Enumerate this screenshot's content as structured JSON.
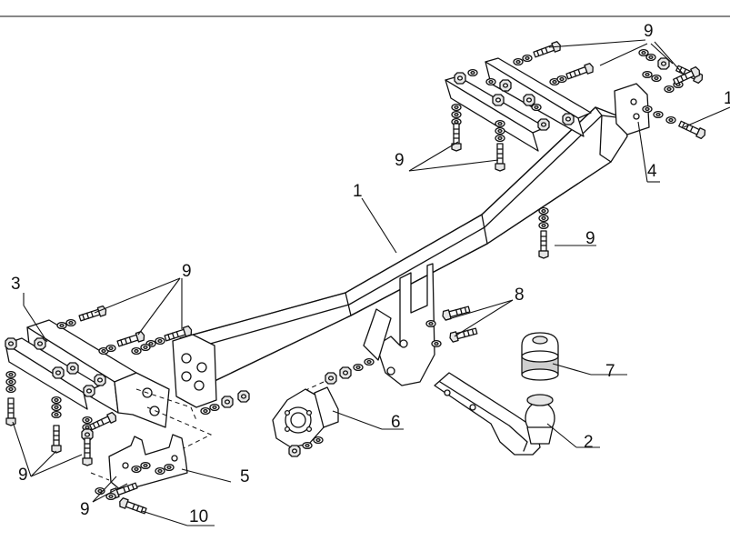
{
  "diagram": {
    "callouts": {
      "n1": "1",
      "n2": "2",
      "n3": "3",
      "n4": "4",
      "n5": "5",
      "n6": "6",
      "n7": "7",
      "n8": "8",
      "n9_top_right": "9",
      "n9_upper_left": "9",
      "n9_right_mid": "9",
      "n9_left_top": "9",
      "n9_lower_left": "9",
      "n9_bottom": "9",
      "n10": "10",
      "n1_edge": "1"
    }
  }
}
